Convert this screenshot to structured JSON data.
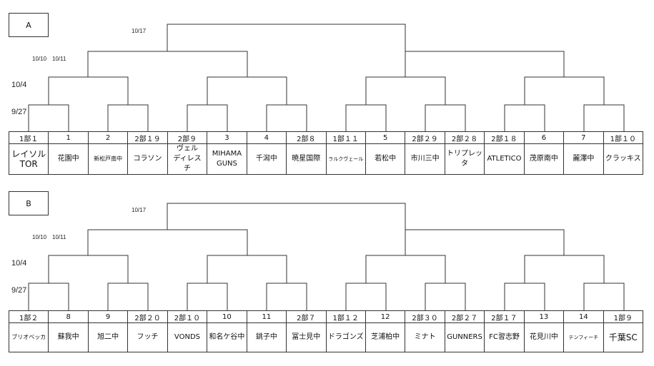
{
  "blocks": [
    {
      "label": "A",
      "dates": {
        "final": "10/17",
        "semi_a": "10/10",
        "semi_b": "10/11",
        "qf": "10/4",
        "r1": "9/27"
      },
      "seeds": [
        "1部１",
        "1",
        "2",
        "2部１９",
        "2部９",
        "3",
        "4",
        "2部８",
        "1部１１",
        "5",
        "2部２９",
        "2部２８",
        "2部１８",
        "6",
        "7",
        "1部１０"
      ],
      "teams": [
        "レイソル\nTOR",
        "花園中",
        "新松戸南中",
        "コラソン",
        "ヴェル\nディレス\nチ",
        "MIHAMA\nGUNS",
        "千潟中",
        "暁星国際",
        "ラルクヴェール",
        "若松中",
        "市川三中",
        "トリプレッタ",
        "ATLETICO",
        "茂原南中",
        "麗澤中",
        "クラッキス"
      ]
    },
    {
      "label": "B",
      "dates": {
        "final": "10/17",
        "semi_a": "10/10",
        "semi_b": "10/11",
        "qf": "10/4",
        "r1": "9/27"
      },
      "seeds": [
        "1部２",
        "8",
        "9",
        "2部２０",
        "2部１０",
        "10",
        "11",
        "2部７",
        "1部１２",
        "12",
        "2部３０",
        "2部２７",
        "2部１７",
        "13",
        "14",
        "1部９"
      ],
      "teams": [
        "ブリオベッカ",
        "蘇我中",
        "旭二中",
        "フッチ",
        "VONDS",
        "和名ケ谷中",
        "銚子中",
        "冨士見中",
        "ドラゴンズ",
        "芝浦柏中",
        "ミナト",
        "GUNNERS",
        "FC習志野",
        "花見川中",
        "テンフィーチ",
        "千葉SC"
      ]
    }
  ]
}
